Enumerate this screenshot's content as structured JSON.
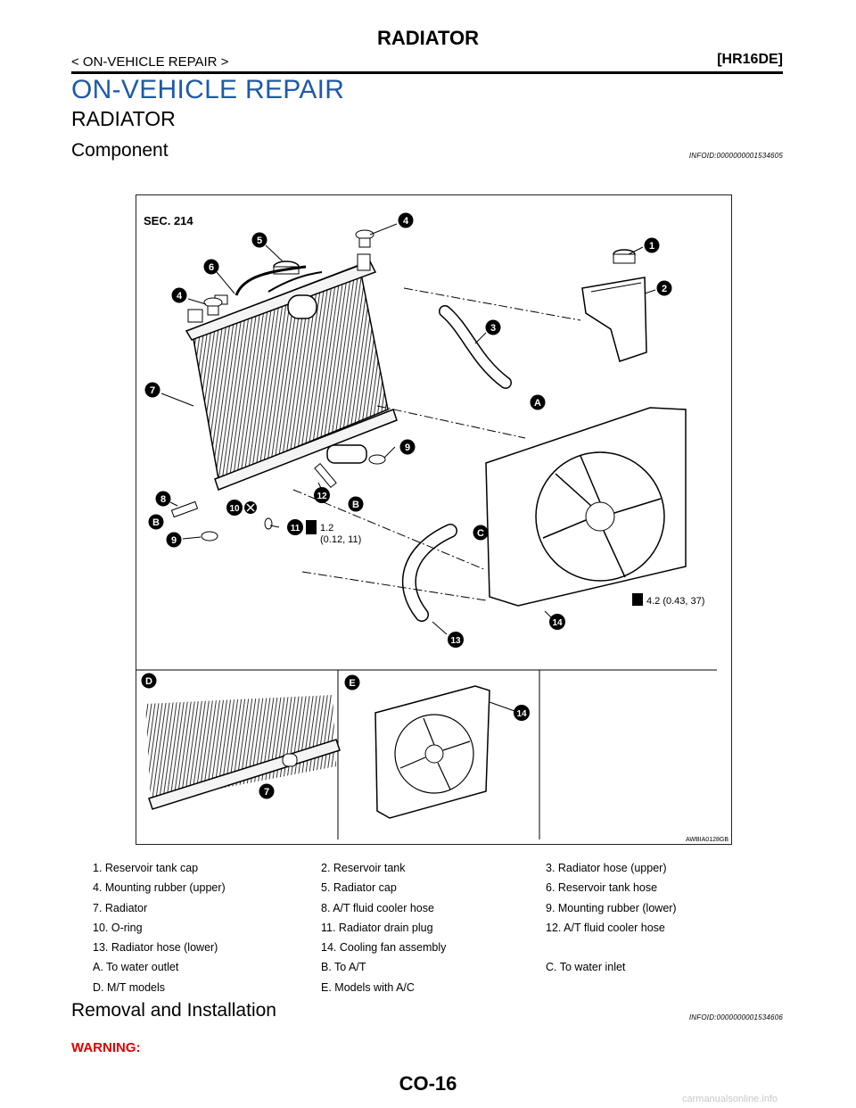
{
  "header": {
    "title": "RADIATOR",
    "section": "< ON-VEHICLE REPAIR >",
    "engine": "[HR16DE]"
  },
  "headings": {
    "chapter": "ON-VEHICLE REPAIR",
    "topic": "RADIATOR",
    "component": "Component",
    "removal": "Removal and Installation"
  },
  "infoid": {
    "component": "INFOID:0000000001534605",
    "removal": "INFOID:0000000001534606"
  },
  "figure": {
    "sec": "SEC. 214",
    "code": "AWBIA0128GB",
    "torque1_value": "1.2",
    "torque1_units": "(0.12, 11)",
    "torque2": "4.2 (0.43, 37)",
    "callouts": [
      "1",
      "2",
      "3",
      "4",
      "5",
      "6",
      "7",
      "8",
      "9",
      "10",
      "11",
      "12",
      "13",
      "14"
    ],
    "letters": [
      "A",
      "B",
      "C",
      "D",
      "E"
    ]
  },
  "legend": [
    [
      "1.   Reservoir tank cap",
      "2.   Reservoir tank",
      "3.   Radiator hose (upper)"
    ],
    [
      "4.   Mounting rubber (upper)",
      "5.   Radiator cap",
      "6.   Reservoir tank hose"
    ],
    [
      "7.   Radiator",
      "8.   A/T fluid cooler hose",
      "9.   Mounting rubber (lower)"
    ],
    [
      "10.  O-ring",
      "11.  Radiator drain plug",
      "12.  A/T fluid cooler hose"
    ],
    [
      "13.  Radiator hose (lower)",
      "14.  Cooling fan assembly",
      ""
    ],
    [
      "A.   To water outlet",
      "B.   To A/T",
      "C.   To water inlet"
    ],
    [
      "D.   M/T models",
      "E.   Models with A/C",
      ""
    ]
  ],
  "warning": "WARNING:",
  "page_number": "CO-16",
  "watermark": "carmanualsonline.info"
}
